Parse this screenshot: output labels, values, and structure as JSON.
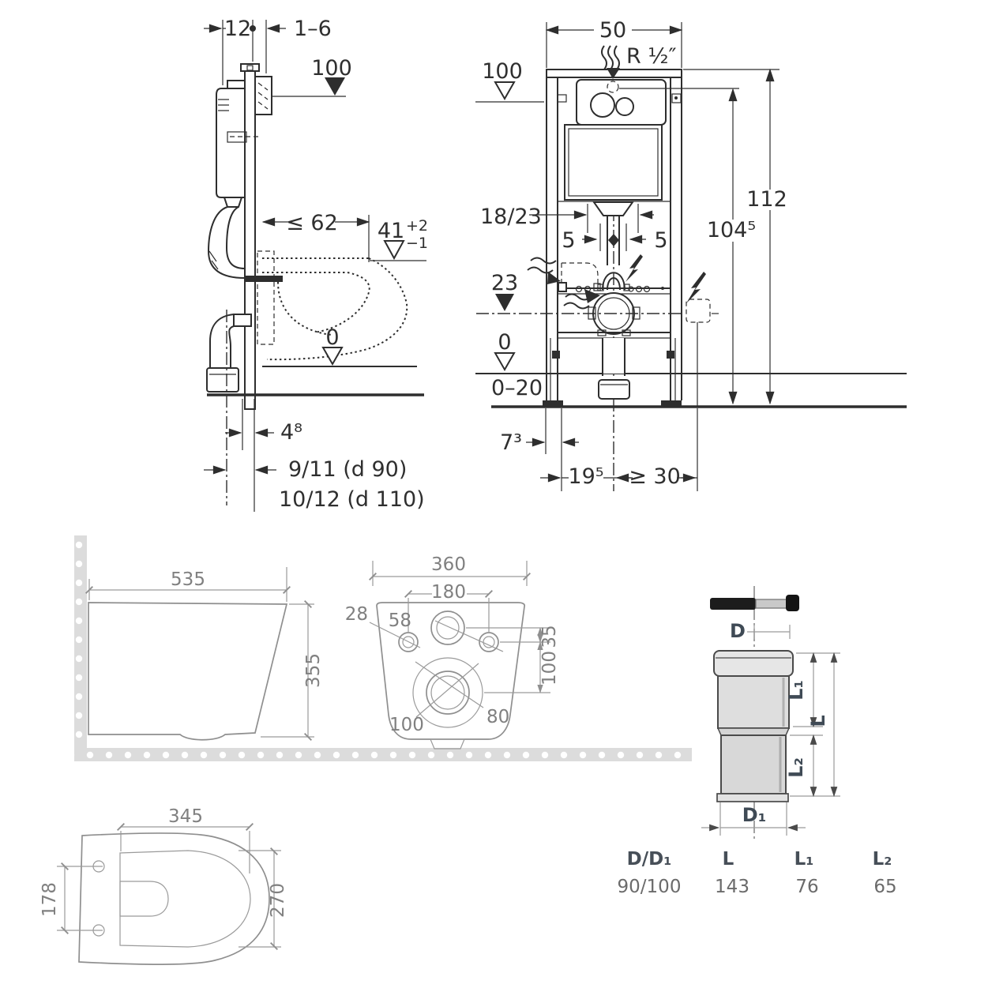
{
  "colors": {
    "line_dark": "#2e2e2e",
    "line_gray": "#8f8f8f",
    "label_slate": "#3f4a55",
    "tile_gray": "#dcdcdc",
    "pipe_fill": "#dcdcdc",
    "table_text": "#6b6b6b"
  },
  "side_view": {
    "plate_depth": "12",
    "finish_depth": "1–6",
    "top_height": "100",
    "bowl_depth_max": "≤ 62",
    "rim_height": "41",
    "rim_tol_plus": "+2",
    "rim_tol_minus": "−1",
    "floor_level": "0",
    "pipe_wall_gap": "4⁸",
    "outlet_d90": "9/11 (d 90)",
    "outlet_d110": "10/12 (d 110)"
  },
  "front_view": {
    "frame_width": "50",
    "water_supply": "R ½″",
    "top_height": "100",
    "frame_height": "112",
    "supply_height": "104⁵",
    "flush_pipe": "18/23",
    "offset_left": "5",
    "offset_right": "5",
    "outlet_height": "23",
    "floor_level": "0",
    "screed_range": "0–20",
    "leg_width": "7³",
    "outlet_offset": "19⁵",
    "socket_clearance": "≥ 30"
  },
  "pan_side": {
    "depth": "535",
    "height": "355"
  },
  "pan_rear": {
    "width": "360",
    "hole_spacing": "180",
    "hole_dia": "28",
    "inlet_dia": "58",
    "inlet_offset": "35",
    "outlet_offset": "100",
    "outlet_dia": "80",
    "flush_dia": "100"
  },
  "pan_top": {
    "length": "345",
    "hole_spacing": "178",
    "width": "270"
  },
  "connector": {
    "d": "D",
    "l1": "L₁",
    "l": "L",
    "l2": "L₂",
    "d1": "D₁",
    "table": {
      "h": [
        "D/D₁",
        "L",
        "L₁",
        "L₂"
      ],
      "r": [
        "90/100",
        "143",
        "76",
        "65"
      ]
    }
  }
}
